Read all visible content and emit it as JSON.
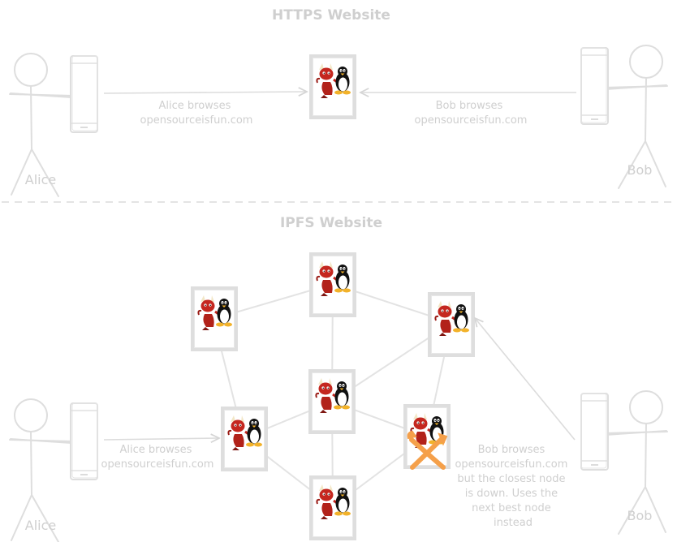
{
  "https": {
    "title": "HTTPS Website",
    "alice_name": "Alice",
    "bob_name": "Bob",
    "alice_caption": [
      "Alice browses",
      "opensourceisfun.com"
    ],
    "bob_caption": [
      "Bob browses",
      "opensourceisfun.com"
    ]
  },
  "ipfs": {
    "title": "IPFS Website",
    "alice_name": "Alice",
    "bob_name": "Bob",
    "alice_caption": [
      "Alice browses",
      "opensourceisfun.com"
    ],
    "bob_caption": [
      "Bob browses",
      "opensourceisfun.com",
      "but the closest node",
      "is down. Uses the",
      "next best node",
      "instead"
    ]
  },
  "colors": {
    "sketch": "#dedede",
    "text": "#cfcfcf",
    "down_node_marker": "#f5a04a",
    "mascot_red": "#c4271f",
    "mascot_yellow": "#f2b22a"
  },
  "icons": {
    "server_node": "bsd-daemon-and-tux-icon",
    "failed_node": "crossed-tools-icon",
    "device": "mobile-phone-icon",
    "person": "stick-figure-icon"
  }
}
